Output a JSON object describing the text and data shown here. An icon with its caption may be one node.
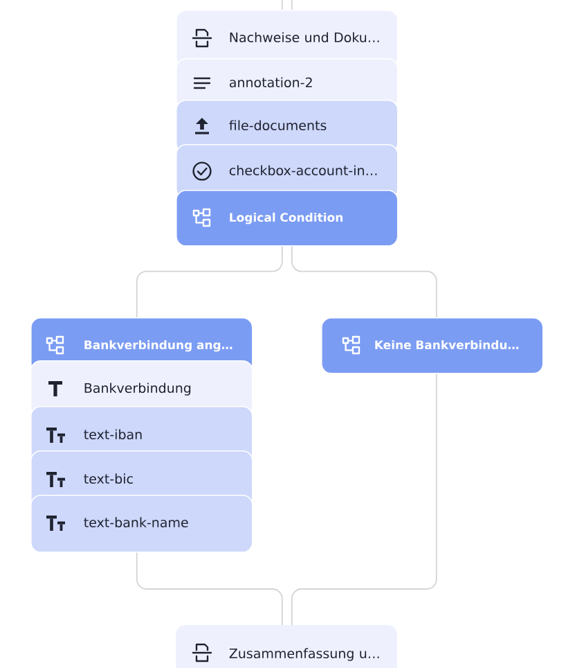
{
  "diagram": {
    "nodes": [
      {
        "text": [
          "Nachweise und Doku…"
        ]
      },
      {
        "text": [
          "annotation-2"
        ]
      },
      {
        "text": [
          "file-documents"
        ]
      },
      {
        "text": [
          "checkbox-account-in…"
        ]
      },
      {
        "text": [
          "Logical Condition"
        ]
      },
      {
        "text": [
          "Bankverbindung ang…"
        ]
      },
      {
        "text": [
          "Bankverbindung"
        ]
      },
      {
        "text": [
          "text-iban"
        ]
      },
      {
        "text": [
          "text-bic"
        ]
      },
      {
        "text": [
          "text-bank-name"
        ]
      },
      {
        "text": [
          "Keine Bankverbindu…"
        ]
      },
      {
        "text": [
          "Zusammenfassung u…"
        ]
      }
    ],
    "edges": [
      {
        "from": null,
        "to": 0,
        "arrow": "none"
      },
      {
        "from": null,
        "to": 0,
        "arrow": "none"
      },
      {
        "from": 4,
        "to": 5,
        "arrow": "none"
      },
      {
        "from": 4,
        "to": 10,
        "arrow": "none"
      },
      {
        "from": 9,
        "to": 11,
        "arrow": "none"
      },
      {
        "from": 10,
        "to": 11,
        "arrow": "none"
      }
    ]
  }
}
